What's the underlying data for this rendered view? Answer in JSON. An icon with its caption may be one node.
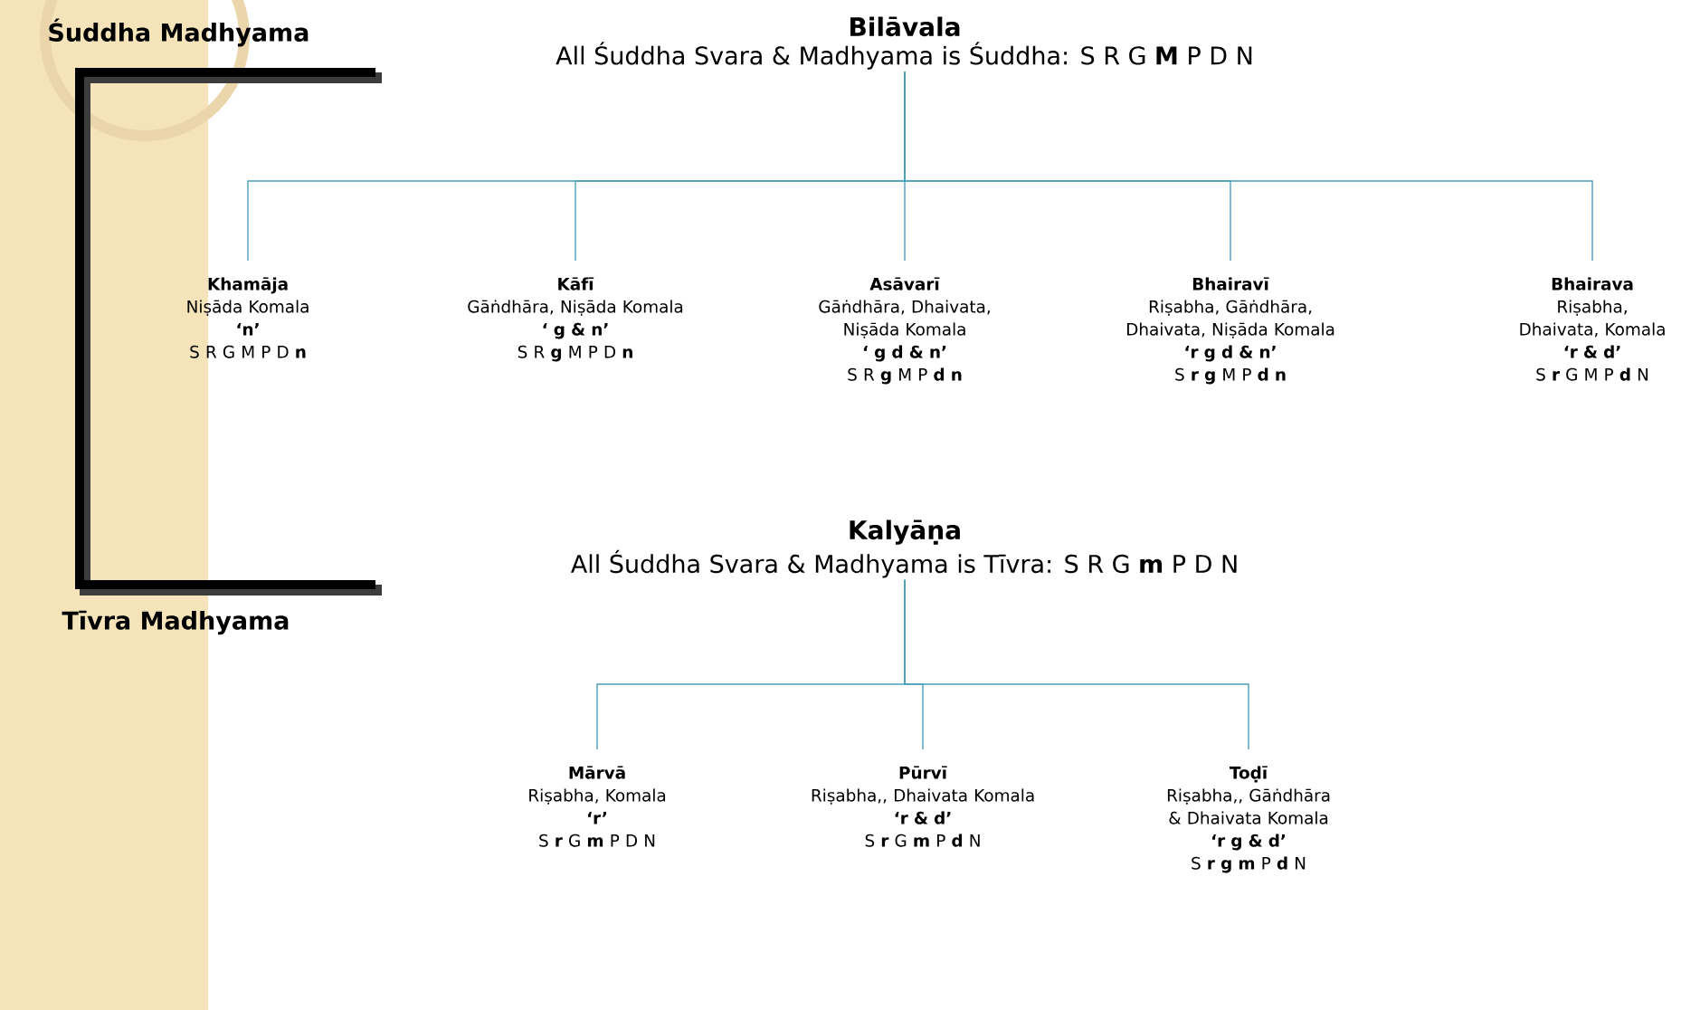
{
  "diagram": {
    "nodes": [
      {
        "text": [
          "Bilāvala",
          "All Śuddha Svara & Madhyama is Śuddha:  S R G **M** P D N"
        ]
      },
      {
        "text": [
          "Khamāja",
          "Niṣāda Komala",
          "‘n’",
          "S R G M P D **n**"
        ]
      },
      {
        "text": [
          "Kāfī",
          "Gāṅdhāra, Niṣāda Komala",
          "‘ g & n’",
          "S R **g** M P D **n**"
        ]
      },
      {
        "text": [
          "Asāvarī",
          "Gāṅdhāra, Dhaivata, Niṣāda Komala",
          "‘ g d & n’",
          "S R **g** M P **d n**"
        ]
      },
      {
        "text": [
          "Bhairavī",
          "Riṣabha, Gāṅdhāra, Dhaivata, Niṣāda Komala",
          "‘r  g d & n’",
          "S **r g** M P **d n**"
        ]
      },
      {
        "text": [
          "Bhairava",
          "Riṣabha, Dhaivata, Komala",
          "‘r & d’",
          "S **r** G M P **d** N"
        ]
      },
      {
        "text": [
          "Kalyāṇa",
          "All Śuddha Svara & Madhyama is Tīvra:  S R G **m** P D N"
        ]
      },
      {
        "text": [
          "Mārvā",
          "Riṣabha, Komala",
          "‘r’",
          "S **r** G **m** P D N"
        ]
      },
      {
        "text": [
          "Pūrvī",
          "Riṣabha,, Dhaivata Komala",
          "‘r & d’",
          "S **r** G **m** P **d** N"
        ]
      },
      {
        "text": [
          "Toḍī",
          "Riṣabha,, Gāṅdhāra & Dhaivata Komala",
          "‘r g & d’",
          "S **r g m** P **d** N"
        ]
      }
    ],
    "edges": [
      {
        "from": 0,
        "to": 1,
        "arrow": "none"
      },
      {
        "from": 0,
        "to": 2,
        "arrow": "none"
      },
      {
        "from": 0,
        "to": 3,
        "arrow": "none"
      },
      {
        "from": 0,
        "to": 4,
        "arrow": "none"
      },
      {
        "from": 0,
        "to": 5,
        "arrow": "none"
      },
      {
        "from": 6,
        "to": 7,
        "arrow": "none"
      },
      {
        "from": 6,
        "to": 8,
        "arrow": "none"
      },
      {
        "from": 6,
        "to": 9,
        "arrow": "none"
      }
    ],
    "labels": [
      "Śuddha Madhyama",
      "Tīvra Madhyama"
    ]
  }
}
